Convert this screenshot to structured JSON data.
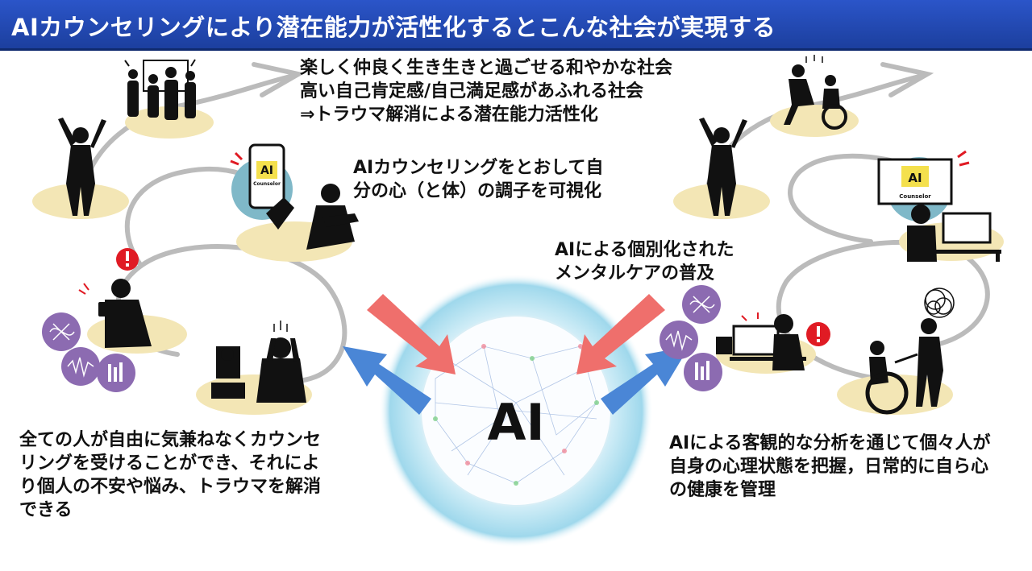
{
  "title": "AIカウンセリングにより潜在能力が活性化するとこんな社会が実現する",
  "center": {
    "label": "AI"
  },
  "texts": {
    "top_society": [
      "楽しく仲良く生き生きと過ごせる和やかな社会",
      "高い自己肯定感/自己満足感があふれる社会",
      "⇒トラウマ解消による潜在能力活性化"
    ],
    "visualize": [
      "AIカウンセリングをとおして自",
      "分の心（と体）の調子を可視化"
    ],
    "mental_care": [
      "AIによる個別化された",
      "メンタルケアの普及"
    ],
    "left_bottom": [
      "全ての人が自由に気兼ねなくカウンセ",
      "リングを受けることができ、それによ",
      "り個人の不安や悩み、トラウマを解消",
      "できる"
    ],
    "right_bottom": [
      "AIによる客観的な分析を通じて個々人が",
      "自身の心理状態を把握，日常的に自ら心",
      "の健康を管理"
    ]
  },
  "screens": {
    "phone_line1": "AI",
    "phone_line2": "Counselor",
    "monitor_line1": "AI",
    "monitor_line2": "Counselor"
  },
  "colors": {
    "title_bg": "#1c3f9e",
    "ellipse": "#f3e6b5",
    "arrow_in": "#ef6f6c",
    "arrow_out": "#4a86d6",
    "purple_icon": "#8c6bb1",
    "alert_red": "#e01b24",
    "spiral_gray": "#bbbbbb"
  }
}
